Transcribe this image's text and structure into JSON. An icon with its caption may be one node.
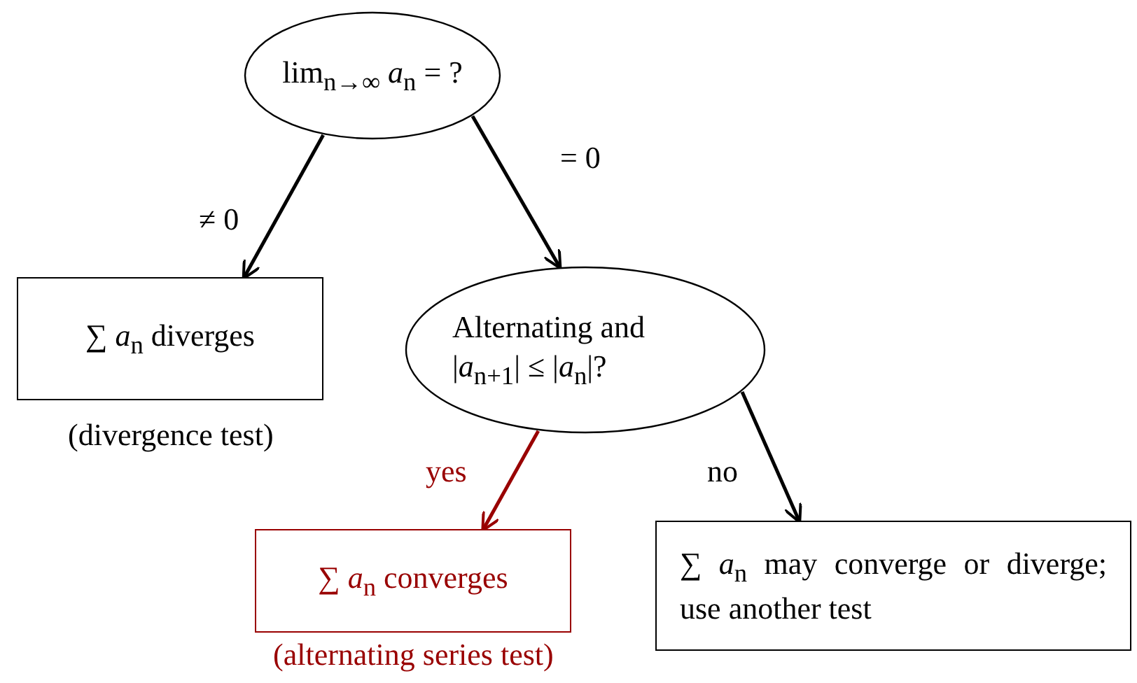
{
  "diagram": {
    "nodes": [
      {
        "text": [
          "lim$_{n→∞}$ *a*$_{n}$ = ?"
        ]
      },
      {
        "text": [
          "∑ *a*$_{n}$ diverges"
        ],
        "beside": [
          "(divergence test)"
        ]
      },
      {
        "text": [
          "Alternating and |*a*$_{n+1}$| ≤ |*a*$_{n}$|?"
        ]
      },
      {
        "text": [
          "∑ *a*$_{n}$ converges"
        ],
        "beside": [
          "(alternating series test)"
        ]
      },
      {
        "text": [
          "∑ *a*$_{n}$ may converge or diverge; use another test"
        ]
      }
    ],
    "edges": [
      {
        "from": 0,
        "to": 1,
        "arrow": "to",
        "label": "≠ 0"
      },
      {
        "from": 0,
        "to": 2,
        "arrow": "to",
        "label": "= 0"
      },
      {
        "from": 2,
        "to": 3,
        "arrow": "to",
        "label": "yes",
        "color": "#990000"
      },
      {
        "from": 2,
        "to": 4,
        "arrow": "to",
        "label": "no"
      }
    ]
  }
}
